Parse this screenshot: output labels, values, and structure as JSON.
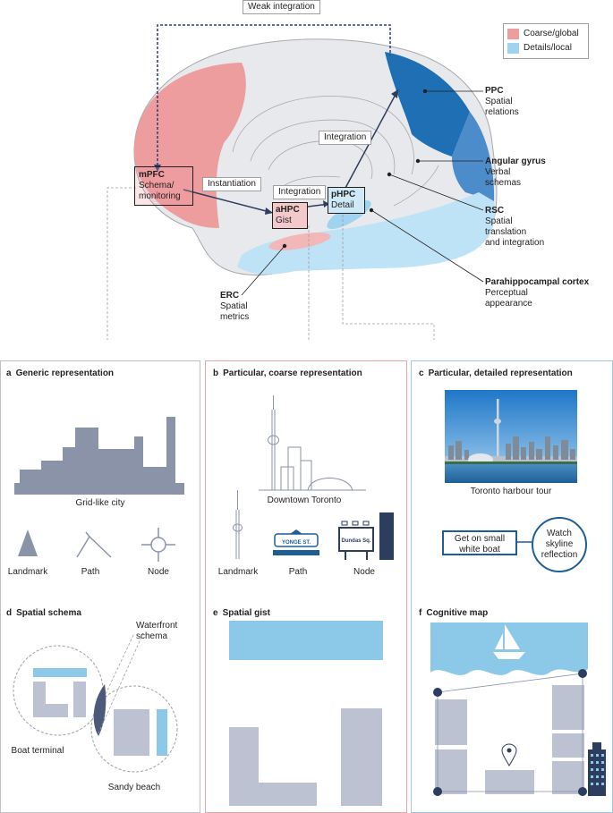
{
  "legend": {
    "coarse": {
      "label": "Coarse/global",
      "color": "#ee9d9f"
    },
    "details": {
      "label": "Details/local",
      "color": "#9fd3ef"
    }
  },
  "brain": {
    "weak_integration": "Weak integration",
    "instantiation": "Instantiation",
    "integration_top": "Integration",
    "integration_mid": "Integration",
    "mpfc": {
      "name": "mPFC",
      "desc1": "Schema/",
      "desc2": "monitoring"
    },
    "ahpc": {
      "name": "aHPC",
      "desc": "Gist"
    },
    "phpc": {
      "name": "pHPC",
      "desc": "Detail"
    },
    "ppc": {
      "name": "PPC",
      "desc1": "Spatial",
      "desc2": "relations"
    },
    "angular": {
      "name": "Angular gyrus",
      "desc1": "Verbal",
      "desc2": "schemas"
    },
    "rsc": {
      "name": "RSC",
      "desc1": "Spatial",
      "desc2": "translation",
      "desc3": "and integration"
    },
    "parahip": {
      "name": "Parahippocampal cortex",
      "desc1": "Perceptual",
      "desc2": "appearance"
    },
    "erc": {
      "name": "ERC",
      "desc1": "Spatial",
      "desc2": "metrics"
    }
  },
  "panels": {
    "a": {
      "letter": "a",
      "title": "Generic representation",
      "city": "Grid-like city",
      "landmark": "Landmark",
      "path": "Path",
      "node": "Node"
    },
    "b": {
      "letter": "b",
      "title": "Particular, coarse representation",
      "downtown": "Downtown Toronto",
      "landmark": "Landmark",
      "path": "Path",
      "node": "Node",
      "street_sign": "YONGE ST.",
      "node_sign": "Dundas Sq."
    },
    "c": {
      "letter": "c",
      "title": "Particular, detailed representation",
      "photo_caption": "Toronto harbour tour",
      "box1_line1": "Get on small",
      "box1_line2": "white boat",
      "circle_line1": "Watch",
      "circle_line2": "skyline",
      "circle_line3": "reflection"
    },
    "d": {
      "letter": "d",
      "title": "Spatial schema",
      "waterfront1": "Waterfront",
      "waterfront2": "schema",
      "boat": "Boat terminal",
      "beach": "Sandy beach"
    },
    "e": {
      "letter": "e",
      "title": "Spatial gist"
    },
    "f": {
      "letter": "f",
      "title": "Cognitive map"
    }
  },
  "colors": {
    "gray_shape": "#8a93a8",
    "light_gray_shape": "#bcc2d1",
    "blue_fill": "#8cc8e8",
    "dark_blue": "#1d5e96",
    "navy": "#2d3d5e",
    "pink_border": "#e6a5ac",
    "blue_border": "#9fc9e6",
    "gray_border": "#bfc1c4"
  }
}
